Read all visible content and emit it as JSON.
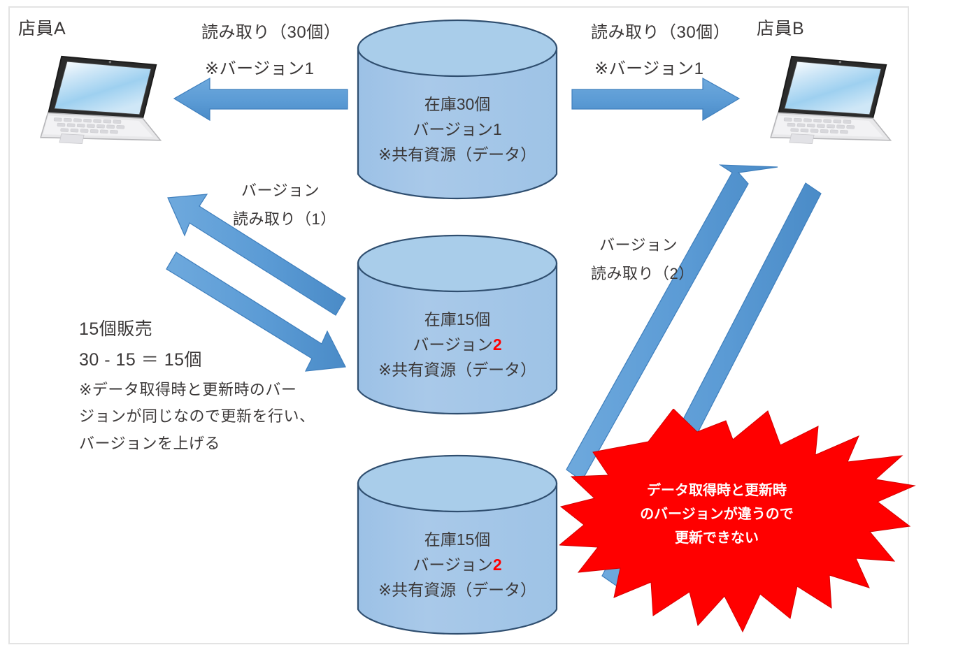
{
  "diagram": {
    "title": "optimistic-lock-version-conflict",
    "colors": {
      "arrow_blue": "#5B9BD5",
      "arrow_blue_dark": "#2E74B5",
      "cylinder_fill": "#A6C9E8",
      "cylinder_stroke": "#2F4E6F",
      "burst_red": "#FF0000",
      "text_dark": "#3B3838",
      "accent_red": "#FF0000",
      "frame_border": "#E3E3E3",
      "background": "#FFFFFF"
    },
    "actors": [
      {
        "id": "clerk_a",
        "label": "店員A",
        "device": "laptop-icon"
      },
      {
        "id": "clerk_b",
        "label": "店員B",
        "device": "laptop-icon"
      }
    ],
    "arrow_labels": {
      "read_a": {
        "line1": "読み取り（30個）",
        "line2": "※バージョン1"
      },
      "read_b": {
        "line1": "読み取り（30個）",
        "line2": "※バージョン1"
      },
      "version_read_1": {
        "line1": "バージョン",
        "line2": "読み取り（1）"
      },
      "version_read_2": {
        "line1": "バージョン",
        "line2": "読み取り（2）"
      }
    },
    "note_left": {
      "line1": "15個販売",
      "line2": "30 - 15 ＝ 15個",
      "line3": "※データ取得時と更新時のバー",
      "line4": "ジョンが同じなので更新を行い、",
      "line5": "バージョンを上げる"
    },
    "databases": [
      {
        "id": "db_top",
        "stock": "在庫30個",
        "version_label": "バージョン",
        "version_value": "1",
        "version_highlight": false,
        "resource": "※共有資源（データ）"
      },
      {
        "id": "db_middle",
        "stock": "在庫15個",
        "version_label": "バージョン",
        "version_value": "2",
        "version_highlight": true,
        "resource": "※共有資源（データ）"
      },
      {
        "id": "db_bottom",
        "stock": "在庫15個",
        "version_label": "バージョン",
        "version_value": "2",
        "version_highlight": true,
        "resource": "※共有資源（データ）"
      }
    ],
    "burst": {
      "line1": "データ取得時と更新時",
      "line2": "のバージョンが違うので",
      "line3": "更新できない"
    }
  }
}
